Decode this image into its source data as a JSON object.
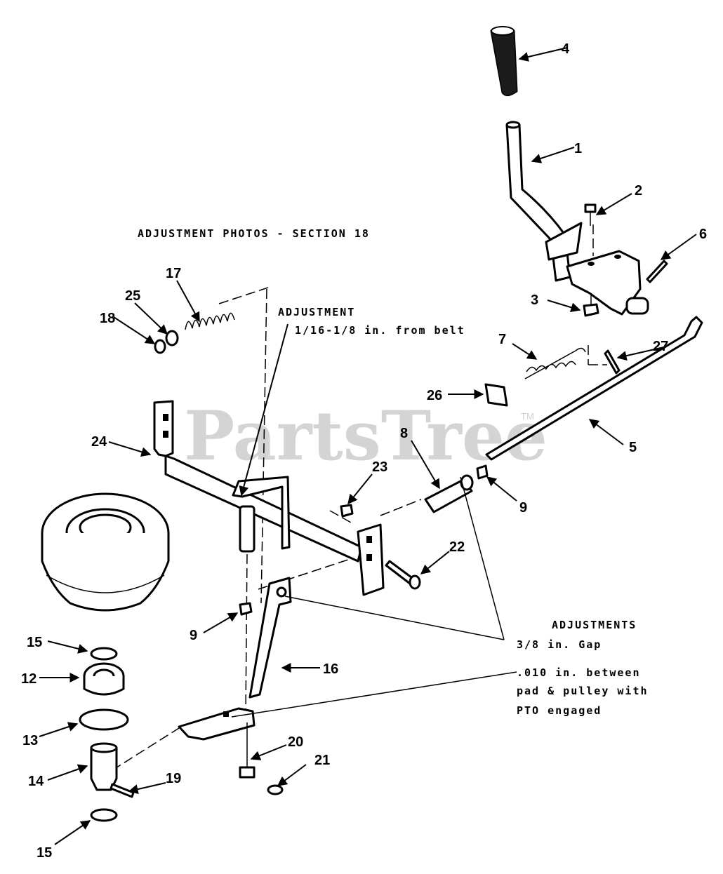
{
  "watermark": {
    "text": "PartsTree",
    "trademark": "TM"
  },
  "notes": {
    "adjustment_photos": "ADJUSTMENT PHOTOS - SECTION 18",
    "adjustment_title": "ADJUSTMENT",
    "adjustment_detail": "1/16-1/8 in. from belt",
    "adjustments_title": "ADJUSTMENTS",
    "gap": "3/8 in. Gap",
    "pad_line1": ".010 in. between",
    "pad_line2": "pad & pulley with",
    "pad_line3": "PTO engaged"
  },
  "callouts": {
    "c1": "1",
    "c2": "2",
    "c3": "3",
    "c4": "4",
    "c5": "5",
    "c6": "6",
    "c7": "7",
    "c8": "8",
    "c9a": "9",
    "c9b": "9",
    "c12": "12",
    "c13": "13",
    "c14": "14",
    "c15a": "15",
    "c15b": "15",
    "c16": "16",
    "c17": "17",
    "c18": "18",
    "c19": "19",
    "c20": "20",
    "c21": "21",
    "c22": "22",
    "c23": "23",
    "c24": "24",
    "c25": "25",
    "c26": "26",
    "c27": "27"
  }
}
